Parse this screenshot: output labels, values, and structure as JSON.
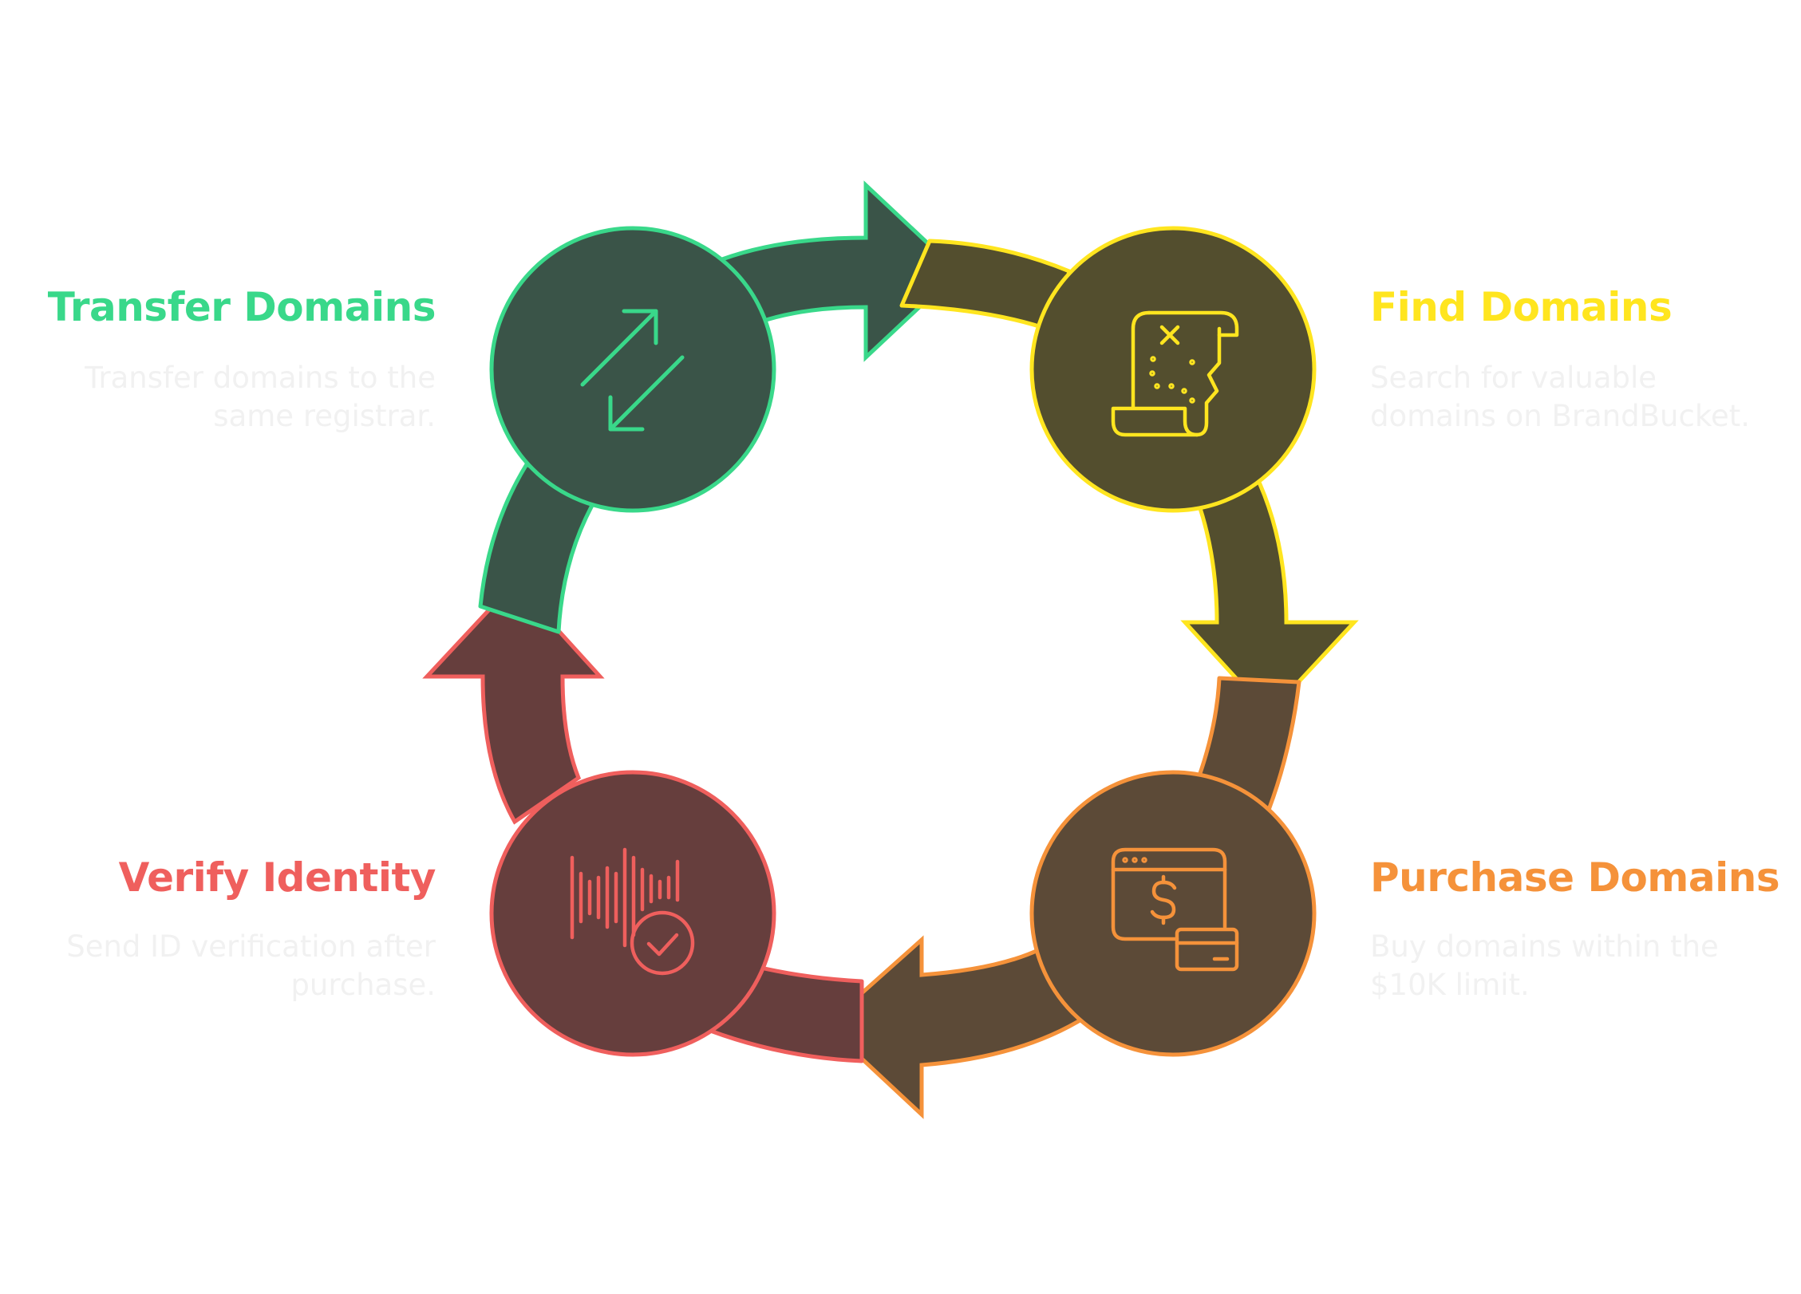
{
  "steps": [
    {
      "key": "find",
      "title": "Find Domains",
      "description": "Search for valuable domains on BrandBucket.",
      "icon": "treasure-map-icon",
      "stroke": "#ffe51f",
      "fill": "#534e2e"
    },
    {
      "key": "purchase",
      "title": "Purchase Domains",
      "description": "Buy domains within the $10K limit.",
      "icon": "online-payment-icon",
      "stroke": "#f5923a",
      "fill": "#5c4a37"
    },
    {
      "key": "verify",
      "title": "Verify Identity",
      "description": "Send ID verification after purchase.",
      "icon": "voice-verified-icon",
      "stroke": "#ef5f5d",
      "fill": "#663e3d"
    },
    {
      "key": "transfer",
      "title": "Transfer Domains",
      "description": "Transfer domains to the same registrar.",
      "icon": "transfer-arrows-icon",
      "stroke": "#39d88a",
      "fill": "#3a5448"
    }
  ],
  "colors": {
    "background": "#ffffff",
    "description_text": "#f1f1f1"
  }
}
